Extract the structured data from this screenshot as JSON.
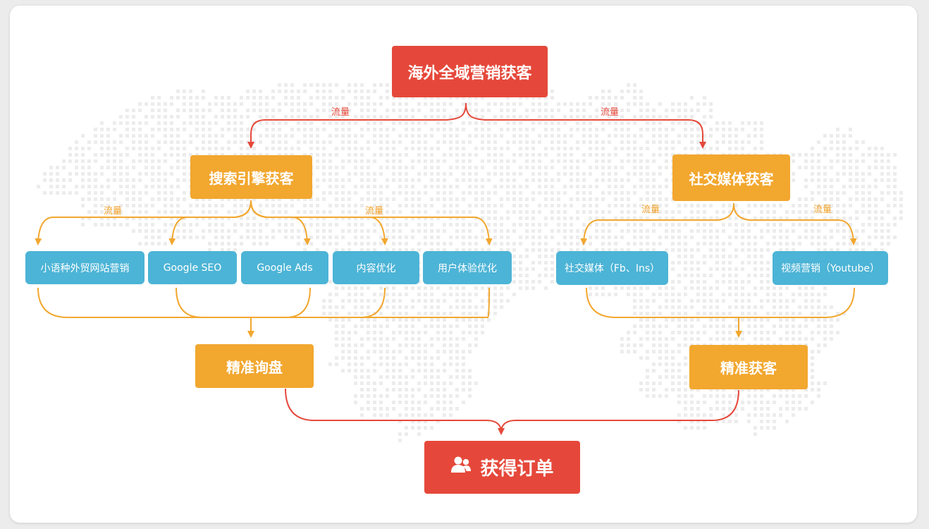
{
  "diagram": {
    "root": "海外全域营销获客",
    "flow_label": "流量",
    "search": {
      "title": "搜索引擎获客",
      "children": [
        "小语种外贸网站营销",
        "Google SEO",
        "Google Ads",
        "内容优化",
        "用户体验优化"
      ],
      "result": "精准询盘"
    },
    "social": {
      "title": "社交媒体获客",
      "children": [
        "社交媒体（Fb、Ins）",
        "视频营销（Youtube）"
      ],
      "result": "精准获客"
    },
    "final": {
      "label": "获得订单",
      "icon": "users-icon"
    }
  },
  "colors": {
    "red": "#e5483a",
    "orange": "#f2a72f",
    "blue": "#4cb4d6",
    "map_dots": "#dcdcdc"
  }
}
